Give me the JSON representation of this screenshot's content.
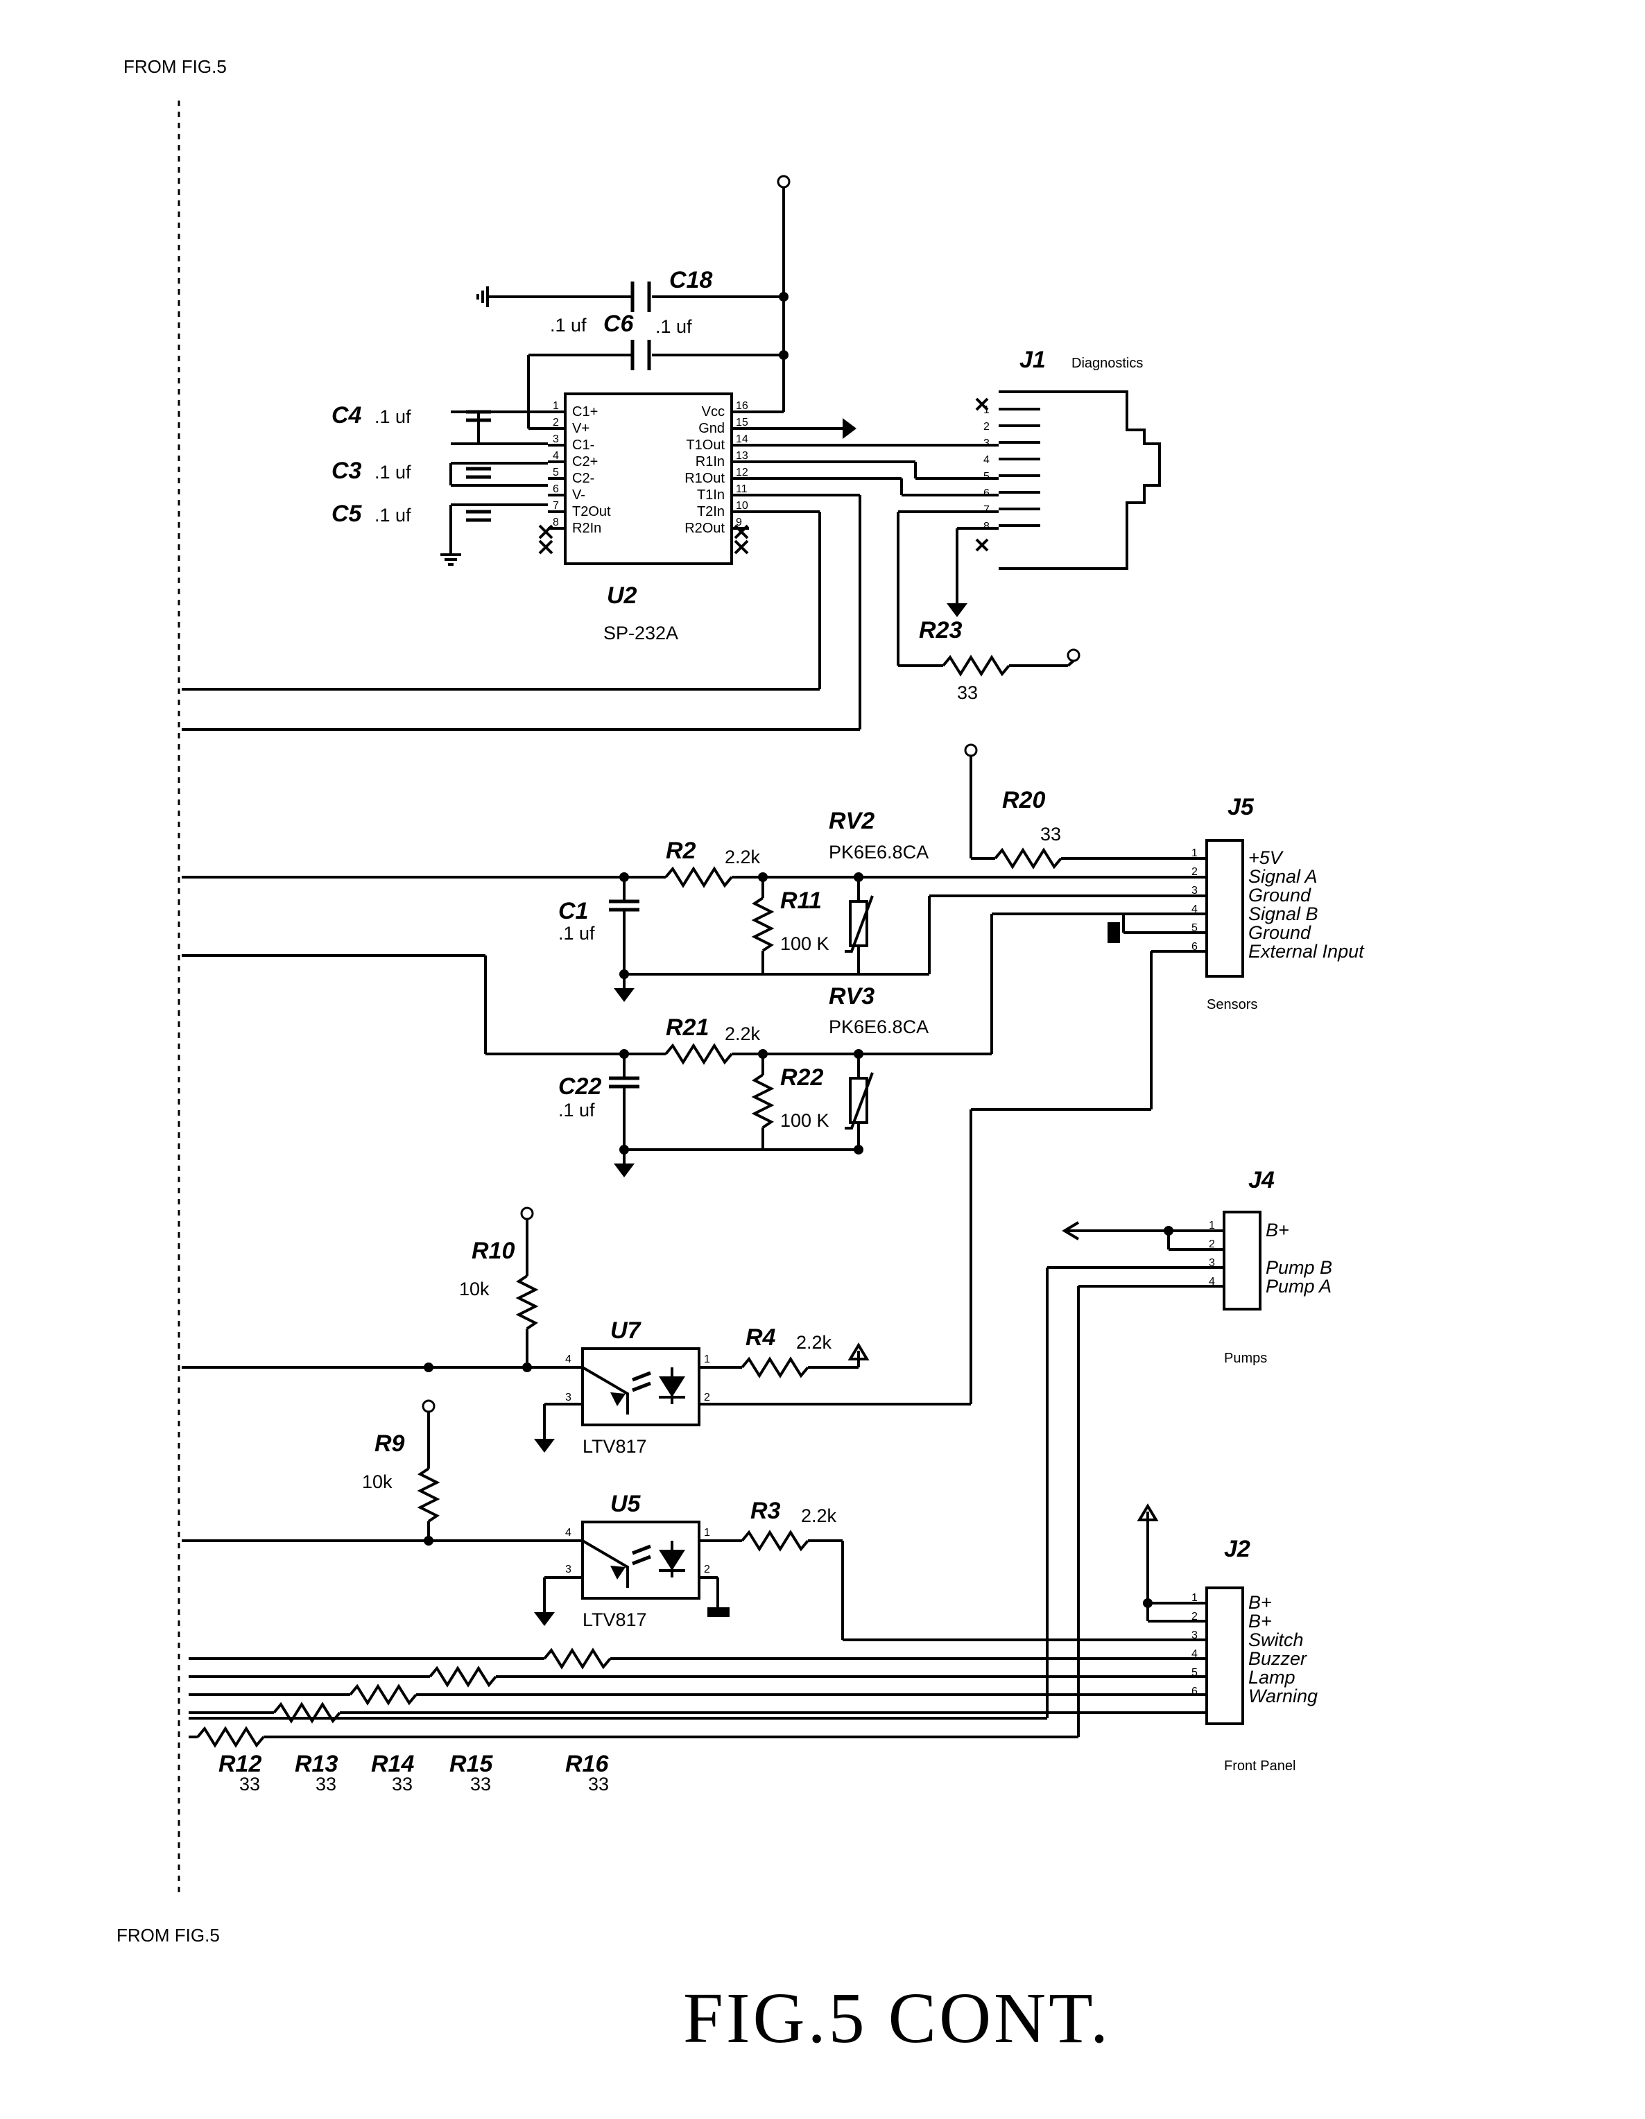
{
  "border": {
    "top": "FROM FIG.5",
    "bottom": "FROM FIG.5"
  },
  "caption": "FIG.5 CONT.",
  "u2": {
    "ref": "U2",
    "part": "SP-232A",
    "left_pins": [
      {
        "num": "1",
        "name": "C1+"
      },
      {
        "num": "2",
        "name": "V+"
      },
      {
        "num": "3",
        "name": "C1-"
      },
      {
        "num": "4",
        "name": "C2+"
      },
      {
        "num": "5",
        "name": "C2-"
      },
      {
        "num": "6",
        "name": "V-"
      },
      {
        "num": "7",
        "name": "T2Out"
      },
      {
        "num": "8",
        "name": "R2In"
      }
    ],
    "right_pins": [
      {
        "num": "16",
        "name": "Vcc"
      },
      {
        "num": "15",
        "name": "Gnd"
      },
      {
        "num": "14",
        "name": "T1Out"
      },
      {
        "num": "13",
        "name": "R1In"
      },
      {
        "num": "12",
        "name": "R1Out"
      },
      {
        "num": "11",
        "name": "T1In"
      },
      {
        "num": "10",
        "name": "T2In"
      },
      {
        "num": "9",
        "name": "R2Out"
      }
    ]
  },
  "caps": {
    "c18": {
      "ref": "C18",
      "value": ".1 uf"
    },
    "c6": {
      "ref": "C6",
      "value": ".1 uf"
    },
    "c4": {
      "ref": "C4",
      "value": ".1 uf"
    },
    "c3": {
      "ref": "C3",
      "value": ".1 uf"
    },
    "c5": {
      "ref": "C5",
      "value": ".1 uf"
    },
    "c1": {
      "ref": "C1",
      "value": ".1 uf"
    },
    "c22": {
      "ref": "C22",
      "value": ".1 uf"
    }
  },
  "resistors": {
    "r23": {
      "ref": "R23",
      "value": "33"
    },
    "r20": {
      "ref": "R20",
      "value": "33"
    },
    "r2": {
      "ref": "R2",
      "value": "2.2k"
    },
    "r11": {
      "ref": "R11",
      "value": "100 K"
    },
    "r21": {
      "ref": "R21",
      "value": "2.2k"
    },
    "r22": {
      "ref": "R22",
      "value": "100 K"
    },
    "r10": {
      "ref": "R10",
      "value": "10k"
    },
    "r4": {
      "ref": "R4",
      "value": "2.2k"
    },
    "r9": {
      "ref": "R9",
      "value": "10k"
    },
    "r3": {
      "ref": "R3",
      "value": "2.2k"
    },
    "r12": {
      "ref": "R12",
      "value": "33"
    },
    "r13": {
      "ref": "R13",
      "value": "33"
    },
    "r14": {
      "ref": "R14",
      "value": "33"
    },
    "r15": {
      "ref": "R15",
      "value": "33"
    },
    "r16": {
      "ref": "R16",
      "value": "33"
    }
  },
  "varistors": {
    "rv2": {
      "ref": "RV2",
      "part": "PK6E6.8CA"
    },
    "rv3": {
      "ref": "RV3",
      "part": "PK6E6.8CA"
    }
  },
  "connectors": {
    "j1": {
      "ref": "J1",
      "title": "Diagnostics",
      "pins": [
        "1",
        "2",
        "3",
        "4",
        "5",
        "6",
        "7",
        "8"
      ]
    },
    "j5": {
      "ref": "J5",
      "title": "Sensors",
      "pins": [
        {
          "num": "1",
          "label": "+5V"
        },
        {
          "num": "2",
          "label": "Signal A"
        },
        {
          "num": "3",
          "label": "Ground"
        },
        {
          "num": "4",
          "label": "Signal B"
        },
        {
          "num": "5",
          "label": "Ground"
        },
        {
          "num": "6",
          "label": "External Input"
        }
      ]
    },
    "j4": {
      "ref": "J4",
      "title": "Pumps",
      "pins": [
        {
          "num": "1",
          "label": "B+"
        },
        {
          "num": "2",
          "label": ""
        },
        {
          "num": "3",
          "label": "Pump B"
        },
        {
          "num": "4",
          "label": "Pump A"
        }
      ]
    },
    "j2": {
      "ref": "J2",
      "title": "Front Panel",
      "pins": [
        {
          "num": "1",
          "label": "B+"
        },
        {
          "num": "2",
          "label": "B+"
        },
        {
          "num": "3",
          "label": "Switch"
        },
        {
          "num": "4",
          "label": "Buzzer"
        },
        {
          "num": "5",
          "label": "Lamp"
        },
        {
          "num": "6",
          "label": "Warning"
        }
      ]
    }
  },
  "optos": {
    "u7": {
      "ref": "U7",
      "part": "LTV817",
      "pins": [
        "4",
        "3",
        "1",
        "2"
      ]
    },
    "u5": {
      "ref": "U5",
      "part": "LTV817",
      "pins": [
        "4",
        "3",
        "1",
        "2"
      ]
    }
  }
}
